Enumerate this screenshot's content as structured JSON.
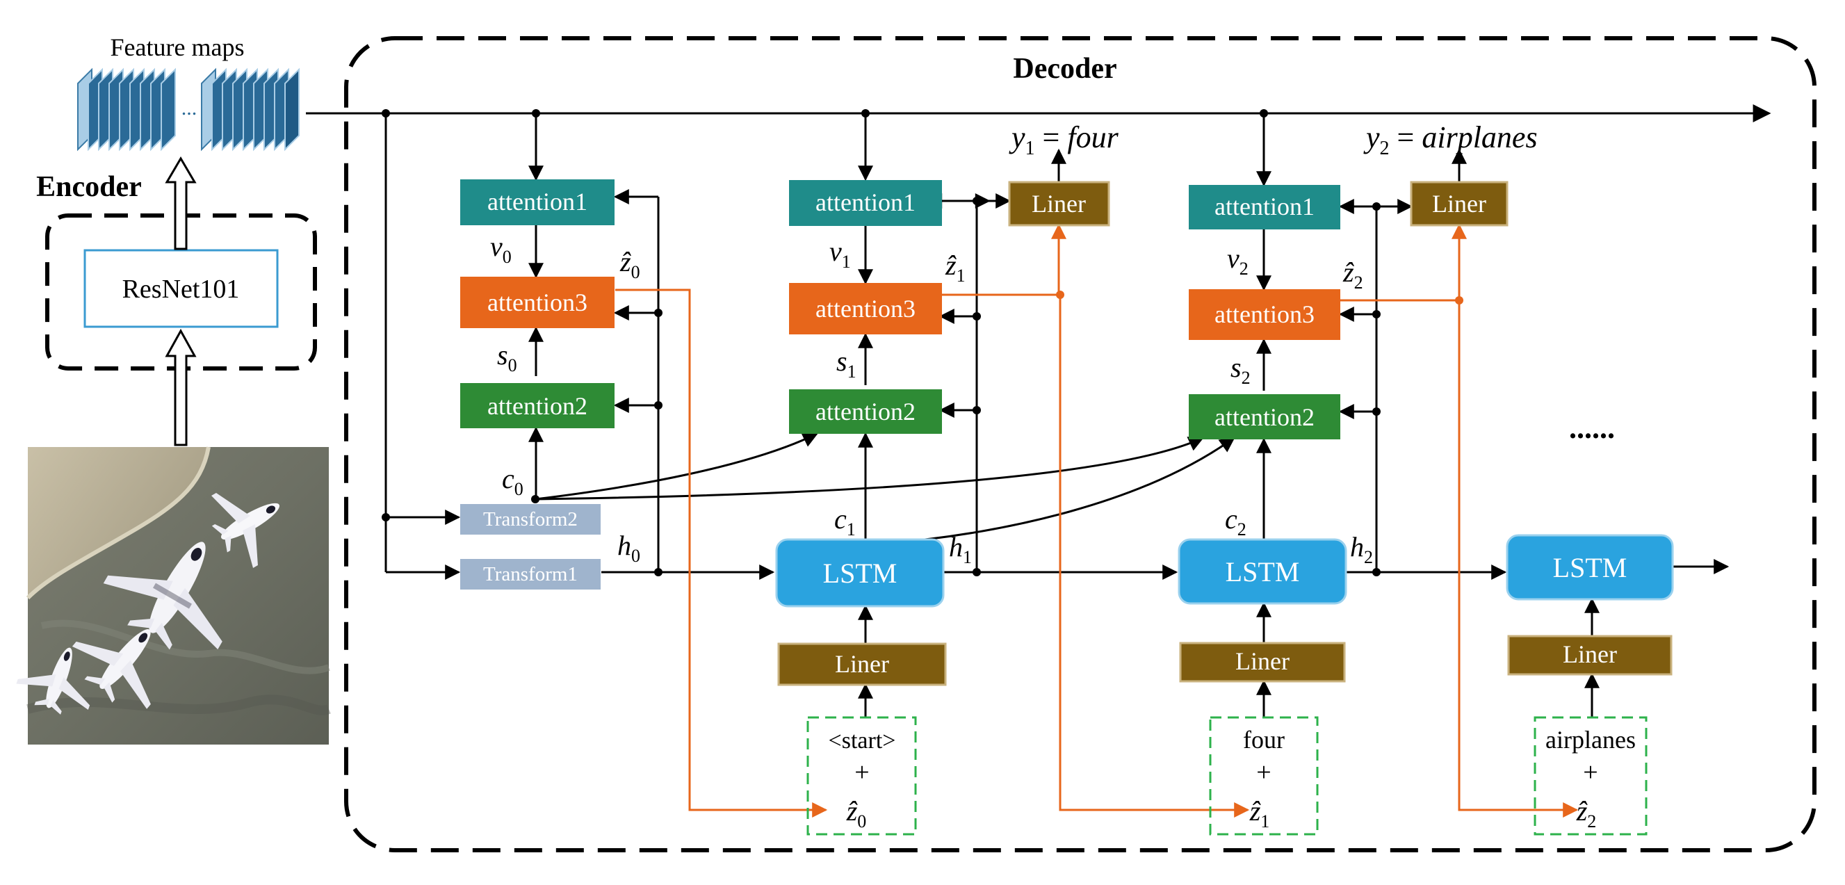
{
  "encoder": {
    "feature_maps_label": "Feature maps",
    "ellipsis": "...",
    "title": "Encoder",
    "backbone": "ResNet101"
  },
  "decoder": {
    "title": "Decoder",
    "dots": "......"
  },
  "blocks": {
    "attention1": "attention1",
    "attention2": "attention2",
    "attention3": "attention3",
    "lstm": "LSTM",
    "liner": "Liner",
    "transform1": "Transform1",
    "transform2": "Transform2"
  },
  "inputs": [
    {
      "token": "<start>",
      "plus": "+",
      "z": "ẑ",
      "sub": "0"
    },
    {
      "token": "four",
      "plus": "+",
      "z": "ẑ",
      "sub": "1"
    },
    {
      "token": "airplanes",
      "plus": "+",
      "z": "ẑ",
      "sub": "2"
    }
  ],
  "outputs": [
    {
      "y": "y",
      "sub": "1",
      "eq": " = ",
      "word": "four"
    },
    {
      "y": "y",
      "sub": "2",
      "eq": " = ",
      "word": "airplanes"
    }
  ],
  "variables": {
    "v": "v",
    "s": "s",
    "c": "c",
    "h": "h",
    "zhat": "ẑ",
    "sub0": "0",
    "sub1": "1",
    "sub2": "2"
  },
  "colors": {
    "teal": "#1f8c8a",
    "orange": "#e7661b",
    "green": "#2e8b35",
    "blue": "#2aa3df",
    "brown": "#7e5c0f",
    "steel": "#9fb4cd",
    "resnet_border": "#3b9bd1",
    "dash_green": "#2db24b",
    "feature_dark": "#2a6a97",
    "feature_light": "#a9cde6"
  }
}
